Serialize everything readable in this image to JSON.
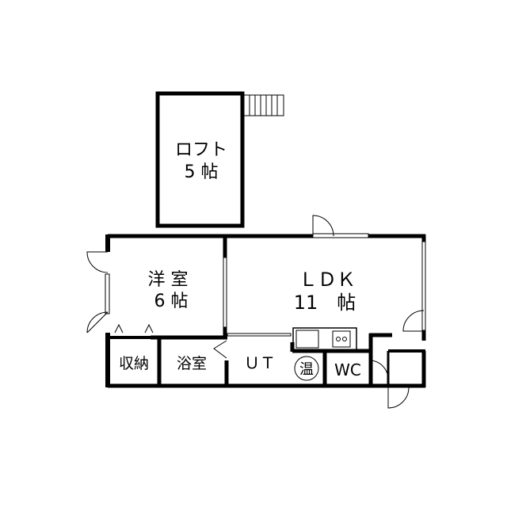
{
  "rooms": {
    "loft": {
      "name": "ロフト",
      "size": "5 帖"
    },
    "western_room": {
      "name": "洋 室",
      "size": "6 帖"
    },
    "ldk": {
      "name": "ＬＤＫ",
      "size": "11　帖"
    },
    "storage": {
      "name": "収納"
    },
    "bathroom": {
      "name": "浴室"
    },
    "utility": {
      "name": "ＵＴ"
    },
    "water_heater": {
      "name": "温"
    },
    "toilet": {
      "name": "WC"
    }
  },
  "colors": {
    "wall": "#000000",
    "background": "#ffffff"
  }
}
